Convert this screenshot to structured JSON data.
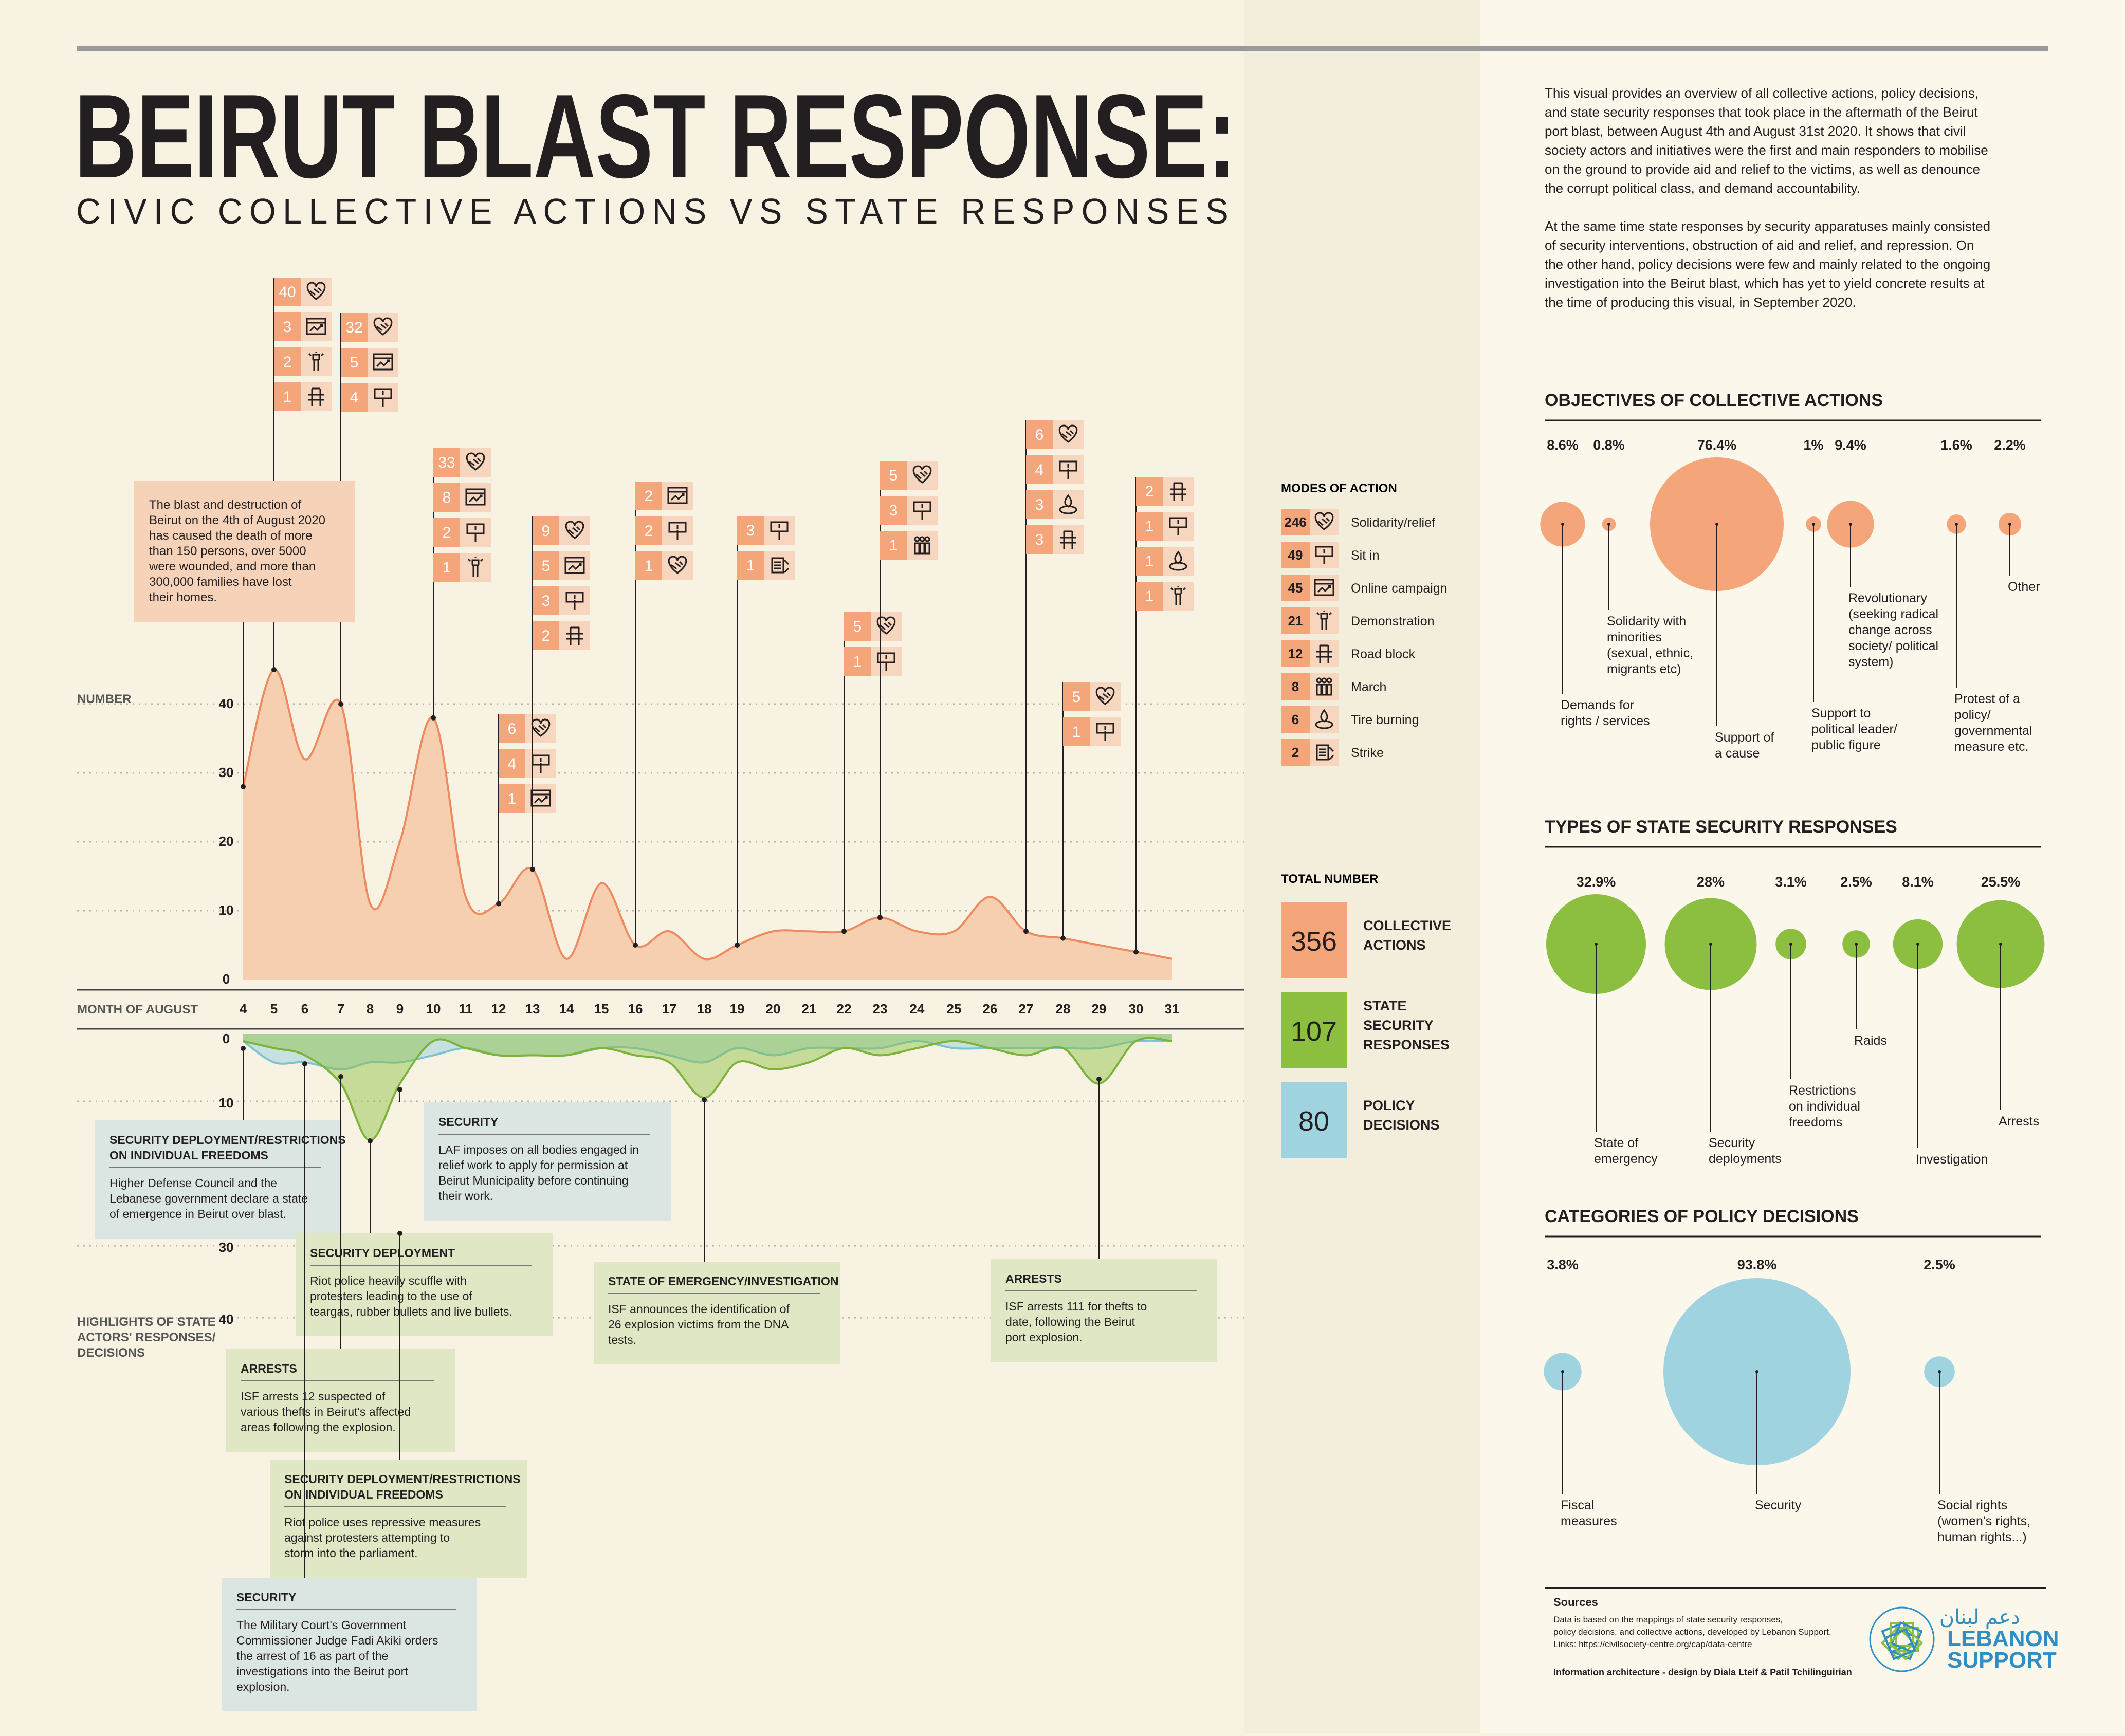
{
  "header": {
    "title": "BEIRUT BLAST RESPONSE:",
    "subtitle": "CIVIC COLLECTIVE ACTIONS VS STATE RESPONSES"
  },
  "intro": [
    "This visual provides an overview of all collective actions, policy decisions,",
    "and state security responses that took place in the aftermath of the Beirut",
    "port blast, between August 4th and August 31st 2020. It shows that civil",
    "society actors and initiatives were the first and main responders to mobilise",
    "on the ground to provide aid and relief to the victims, as well as denounce",
    "the corrupt political class, and demand accountability.",
    "",
    "At the same time state responses by security apparatuses mainly consisted",
    "of security interventions, obstruction of aid and relief, and repression. On",
    "the other hand, policy decisions were few and mainly related to the ongoing",
    "investigation into the Beirut blast, which has yet to yield concrete results at",
    "the time of producing this visual, in September 2020."
  ],
  "colors": {
    "collective": "#f4a57a",
    "collective_fill": "#f6cfb0",
    "security": "#8cbf3f",
    "policy": "#9fd3df",
    "bg": "#f8f2e3",
    "panel": "#fbf7ea"
  },
  "chart_data": [
    {
      "type": "area",
      "title": "",
      "xlabel": "MONTH OF AUGUST",
      "ylabel": "NUMBER",
      "ylim": [
        0,
        40
      ],
      "yticks": [
        0,
        10,
        20,
        30,
        40
      ],
      "x": [
        4,
        5,
        6,
        7,
        8,
        9,
        10,
        11,
        12,
        13,
        14,
        15,
        16,
        17,
        18,
        19,
        20,
        21,
        22,
        23,
        24,
        25,
        26,
        27,
        28,
        29,
        30,
        31
      ],
      "series": [
        {
          "name": "COLLECTIVE ACTIONS",
          "values": [
            28,
            45,
            32,
            40,
            11,
            20,
            38,
            12,
            11,
            16,
            3,
            14,
            5,
            7,
            3,
            5,
            7,
            7,
            7,
            9,
            7,
            7,
            12,
            7,
            6,
            5,
            4,
            3
          ]
        }
      ]
    },
    {
      "type": "area",
      "title": "",
      "ylabel": "HIGHLIGHTS OF STATE ACTORS' RESPONSES/ DECISIONS",
      "ylim": [
        0,
        40
      ],
      "yticks": [
        0,
        10,
        30,
        40
      ],
      "x": [
        4,
        5,
        6,
        7,
        8,
        9,
        10,
        11,
        12,
        13,
        14,
        15,
        16,
        17,
        18,
        19,
        20,
        21,
        22,
        23,
        24,
        25,
        26,
        27,
        28,
        29,
        30,
        31
      ],
      "series": [
        {
          "name": "STATE SECURITY RESPONSES",
          "values": [
            1,
            2,
            3,
            7,
            15,
            7,
            1,
            2,
            3,
            3,
            3,
            2,
            3,
            4,
            9,
            4,
            5,
            4,
            2,
            3,
            2,
            1,
            2,
            3,
            2,
            7,
            1,
            1
          ]
        },
        {
          "name": "POLICY DECISIONS",
          "values": [
            1,
            4,
            4,
            5,
            4,
            4,
            3,
            2,
            3,
            3,
            3,
            2,
            2,
            3,
            4,
            2,
            3,
            2,
            2,
            2,
            1,
            2,
            2,
            2,
            2,
            2,
            1,
            1
          ]
        }
      ]
    },
    {
      "type": "bubble",
      "title": "OBJECTIVES OF COLLECTIVE ACTIONS",
      "categories": [
        "Demands for rights / services",
        "Solidarity with minorities (sexual, ethnic, migrants etc)",
        "Support of a cause",
        "Support to political leader/ public figure",
        "Revolutionary (seeking radical change across society/ political system)",
        "Protest of a policy/ governmental measure etc.",
        "Other"
      ],
      "values": [
        8.6,
        0.8,
        76.4,
        1,
        9.4,
        1.6,
        2.2
      ],
      "labels": [
        "8.6%",
        "0.8%",
        "76.4%",
        "1%",
        "9.4%",
        "1.6%",
        "2.2%"
      ]
    },
    {
      "type": "bubble",
      "title": "TYPES OF STATE SECURITY RESPONSES",
      "categories": [
        "State of emergency",
        "Security deployments",
        "Restrictions on individual freedoms",
        "Raids",
        "Investigation",
        "Arrests"
      ],
      "values": [
        32.9,
        28,
        3.1,
        2.5,
        8.1,
        25.5
      ],
      "labels": [
        "32.9%",
        "28%",
        "3.1%",
        "2.5%",
        "8.1%",
        "25.5%"
      ]
    },
    {
      "type": "bubble",
      "title": "CATEGORIES OF POLICY DECISIONS",
      "categories": [
        "Fiscal measures",
        "Security",
        "Social rights (women's rights, human rights...)"
      ],
      "values": [
        3.8,
        93.8,
        2.5
      ],
      "labels": [
        "3.8%",
        "93.8%",
        "2.5%"
      ]
    }
  ],
  "axis": {
    "number_label": "NUMBER",
    "month_label": "MONTH OF AUGUST",
    "highlights_label": [
      "HIGHLIGHTS OF STATE",
      "ACTORS' RESPONSES/",
      "DECISIONS"
    ]
  },
  "blast_note": {
    "lines": [
      "The blast and destruction of",
      "Beirut on the 4th of August 2020",
      "has caused the death of more",
      "than 150 persons, over 5000",
      "were wounded, and more than",
      "300,000 families have lost",
      "their homes."
    ]
  },
  "modes": {
    "title": "MODES OF ACTION",
    "items": [
      {
        "count": "246",
        "label": "Solidarity/relief",
        "icon": "handshake-heart-icon"
      },
      {
        "count": "49",
        "label": "Sit in",
        "icon": "placard-icon"
      },
      {
        "count": "45",
        "label": "Online campaign",
        "icon": "online-campaign-icon"
      },
      {
        "count": "21",
        "label": "Demonstration",
        "icon": "raised-fist-icon"
      },
      {
        "count": "12",
        "label": "Road block",
        "icon": "road-block-icon"
      },
      {
        "count": "8",
        "label": "March",
        "icon": "march-icon"
      },
      {
        "count": "6",
        "label": "Tire burning",
        "icon": "tire-burning-icon"
      },
      {
        "count": "2",
        "label": "Strike",
        "icon": "strike-icon"
      }
    ]
  },
  "totals": {
    "title": "TOTAL NUMBER",
    "items": [
      {
        "value": "356",
        "label": [
          "COLLECTIVE",
          "ACTIONS"
        ],
        "color": "#f4a57a"
      },
      {
        "value": "107",
        "label": [
          "STATE",
          "SECURITY",
          "RESPONSES"
        ],
        "color": "#8cbf3f"
      },
      {
        "value": "80",
        "label": [
          "POLICY",
          "DECISIONS"
        ],
        "color": "#9fd3df"
      }
    ]
  },
  "day_flags": [
    {
      "day": 5,
      "entries": [
        {
          "n": "40",
          "icon": "handshake-heart-icon"
        },
        {
          "n": "3",
          "icon": "online-campaign-icon"
        },
        {
          "n": "2",
          "icon": "raised-fist-icon"
        },
        {
          "n": "1",
          "icon": "road-block-icon"
        }
      ]
    },
    {
      "day": 7,
      "entries": [
        {
          "n": "32",
          "icon": "handshake-heart-icon"
        },
        {
          "n": "5",
          "icon": "online-campaign-icon"
        },
        {
          "n": "4",
          "icon": "placard-icon"
        }
      ]
    },
    {
      "day": 10,
      "entries": [
        {
          "n": "33",
          "icon": "handshake-heart-icon"
        },
        {
          "n": "8",
          "icon": "online-campaign-icon"
        },
        {
          "n": "2",
          "icon": "placard-icon"
        },
        {
          "n": "1",
          "icon": "raised-fist-icon"
        }
      ]
    },
    {
      "day": 12,
      "entries": [
        {
          "n": "6",
          "icon": "handshake-heart-icon"
        },
        {
          "n": "4",
          "icon": "placard-icon"
        },
        {
          "n": "1",
          "icon": "online-campaign-icon"
        }
      ]
    },
    {
      "day": 13,
      "entries": [
        {
          "n": "9",
          "icon": "handshake-heart-icon"
        },
        {
          "n": "5",
          "icon": "online-campaign-icon"
        },
        {
          "n": "3",
          "icon": "placard-icon"
        },
        {
          "n": "2",
          "icon": "road-block-icon"
        }
      ]
    },
    {
      "day": 16,
      "entries": [
        {
          "n": "2",
          "icon": "online-campaign-icon"
        },
        {
          "n": "2",
          "icon": "placard-icon"
        },
        {
          "n": "1",
          "icon": "handshake-heart-icon"
        }
      ]
    },
    {
      "day": 19,
      "entries": [
        {
          "n": "3",
          "icon": "placard-icon"
        },
        {
          "n": "1",
          "icon": "strike-icon"
        }
      ]
    },
    {
      "day": 22,
      "entries": [
        {
          "n": "5",
          "icon": "handshake-heart-icon"
        },
        {
          "n": "1",
          "icon": "placard-icon"
        }
      ]
    },
    {
      "day": 23,
      "entries": [
        {
          "n": "5",
          "icon": "handshake-heart-icon"
        },
        {
          "n": "3",
          "icon": "placard-icon"
        },
        {
          "n": "1",
          "icon": "march-icon"
        }
      ]
    },
    {
      "day": 27,
      "entries": [
        {
          "n": "6",
          "icon": "handshake-heart-icon"
        },
        {
          "n": "4",
          "icon": "placard-icon"
        },
        {
          "n": "3",
          "icon": "tire-burning-icon"
        },
        {
          "n": "3",
          "icon": "road-block-icon"
        }
      ]
    },
    {
      "day": 28,
      "entries": [
        {
          "n": "5",
          "icon": "handshake-heart-icon"
        },
        {
          "n": "1",
          "icon": "placard-icon"
        }
      ]
    },
    {
      "day": 30,
      "entries": [
        {
          "n": "2",
          "icon": "road-block-icon"
        },
        {
          "n": "1",
          "icon": "placard-icon"
        },
        {
          "n": "1",
          "icon": "tire-burning-icon"
        },
        {
          "n": "1",
          "icon": "raised-fist-icon"
        }
      ]
    }
  ],
  "highlights": [
    {
      "day": 4,
      "title": [
        "SECURITY DEPLOYMENT/RESTRICTIONS",
        "ON INDIVIDUAL FREEDOMS"
      ],
      "body": [
        "Higher Defense Council and the",
        "Lebanese government declare a state",
        "of emergence in Beirut over blast."
      ]
    },
    {
      "day": 9,
      "title": [
        "SECURITY"
      ],
      "body": [
        "LAF imposes on all bodies engaged in",
        "relief work to apply for permission at",
        "Beirut Municipality before continuing",
        "their work."
      ]
    },
    {
      "day": 8,
      "title": [
        "SECURITY DEPLOYMENT"
      ],
      "body": [
        "Riot police heavily scuffle with",
        "protesters leading to the use of",
        "teargas, rubber bullets and live bullets."
      ]
    },
    {
      "day": 18,
      "title": [
        "STATE OF EMERGENCY/INVESTIGATION"
      ],
      "body": [
        "ISF announces the identification of",
        "26 explosion victims from the DNA",
        "tests."
      ]
    },
    {
      "day": 29,
      "title": [
        "ARRESTS"
      ],
      "body": [
        "ISF arrests 111 for thefts to",
        "date, following the Beirut",
        "port explosion."
      ]
    },
    {
      "day": 7,
      "title": [
        "ARRESTS"
      ],
      "body": [
        "ISF arrests 12 suspected of",
        "various thefts in Beirut's affected",
        "areas following the explosion."
      ]
    },
    {
      "day": 9,
      "title": [
        "SECURITY DEPLOYMENT/RESTRICTIONS",
        "ON INDIVIDUAL FREEDOMS"
      ],
      "body": [
        "Riot police uses repressive measures",
        "against protesters attempting to",
        "storm into the parliament."
      ]
    },
    {
      "day": 6,
      "title": [
        "SECURITY"
      ],
      "body": [
        "The Military Court's Government",
        "Commissioner Judge Fadi Akiki orders",
        "the arrest of 16 as part of the",
        "investigations into the Beirut port",
        "explosion."
      ]
    }
  ],
  "bubble_labels": {
    "objectives": [
      [
        "Demands for",
        "rights / services"
      ],
      [
        "Solidarity with",
        "minorities",
        "(sexual, ethnic,",
        "migrants etc)"
      ],
      [
        "Support of",
        "a cause"
      ],
      [
        "Support to",
        "political leader/",
        "public figure"
      ],
      [
        "Revolutionary",
        "(seeking radical",
        "change across",
        "society/ political",
        "system)"
      ],
      [
        "Protest of a",
        "policy/",
        "governmental",
        "measure etc."
      ],
      [
        "Other"
      ]
    ],
    "security": [
      [
        "State of",
        "emergency"
      ],
      [
        "Security",
        "deployments"
      ],
      [
        "Restrictions",
        "on individual",
        "freedoms"
      ],
      [
        "Raids"
      ],
      [
        "Investigation"
      ],
      [
        "Arrests"
      ]
    ],
    "policy": [
      [
        "Fiscal",
        "measures"
      ],
      [
        "Security"
      ],
      [
        "Social rights",
        "(women's rights,",
        "human rights...)"
      ]
    ]
  },
  "footer": {
    "sources_title": "Sources",
    "sources_lines": [
      "Data is based on the mappings of state security responses,",
      "policy decisions, and collective actions, developed by Lebanon Support.",
      "Links: https://civilsociety-centre.org/cap/data-centre"
    ],
    "credit": "Information architecture - design by Diala Lteif & Patil Tchilinguirian",
    "logo_arabic": "دعم لبنان",
    "logo_line1": "LEBANON",
    "logo_line2": "SUPPORT"
  }
}
